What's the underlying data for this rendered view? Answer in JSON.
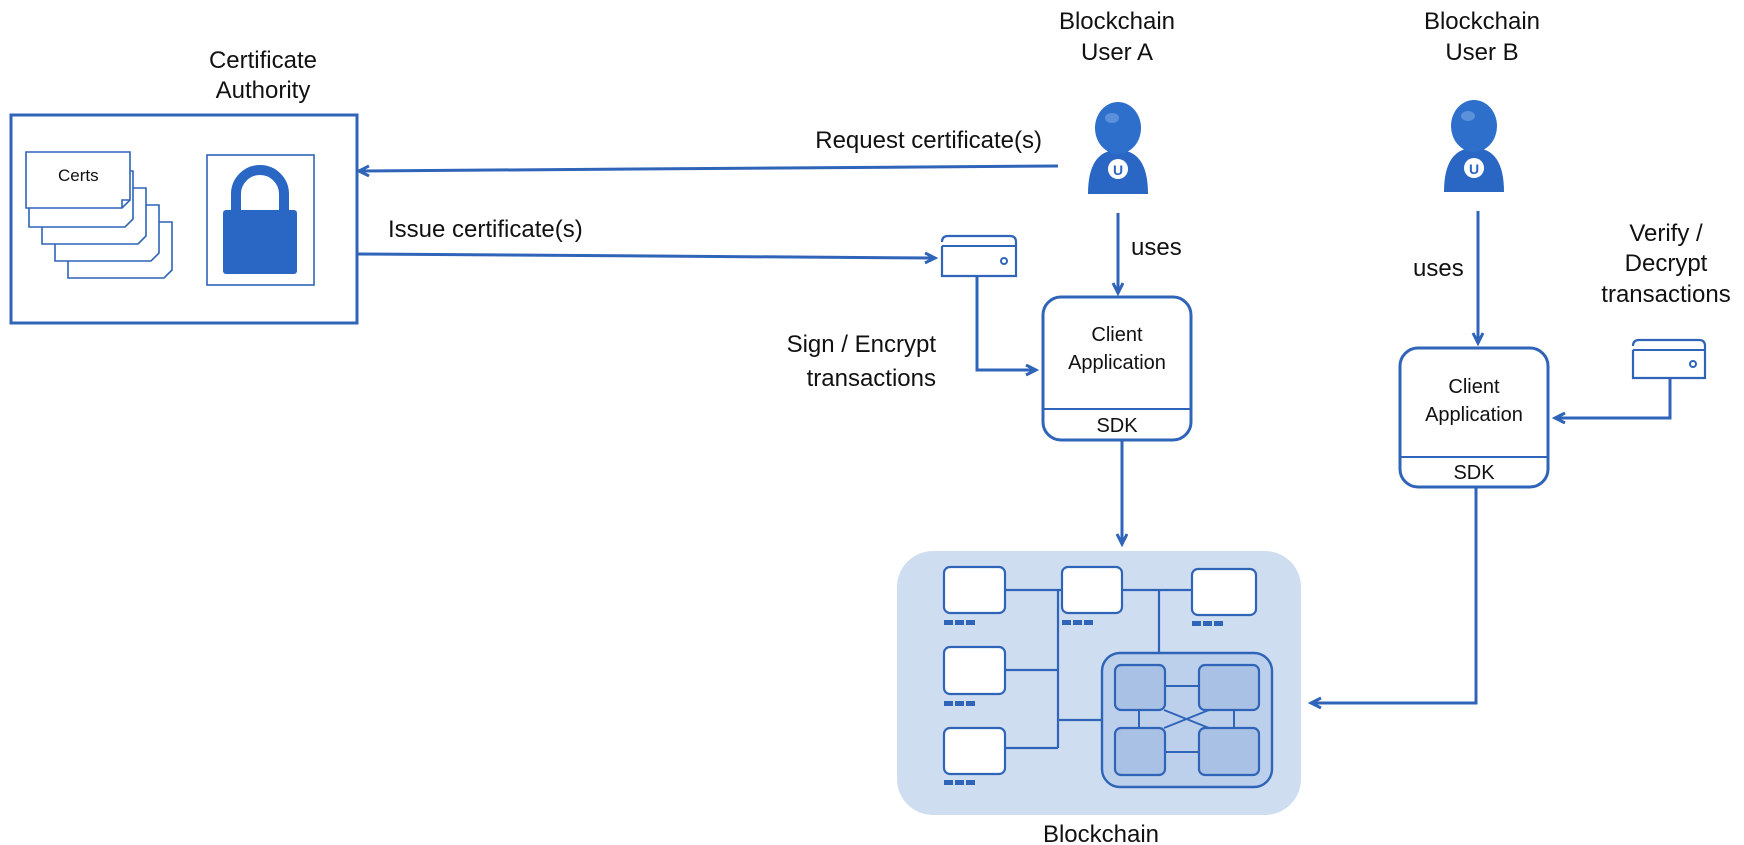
{
  "colors": {
    "primary": "#2f64b8",
    "blockchain_bg": "#cfddf0",
    "node_fill": "#a9c1e4",
    "text": "#111111",
    "user_icon": "#2a67c4"
  },
  "certificate_authority": {
    "title_line1": "Certificate",
    "title_line2": "Authority",
    "certs_label": "Certs",
    "icon": "lock-icon"
  },
  "user_a": {
    "line1": "Blockchain",
    "line2": "User A",
    "badge": "U",
    "uses_label": "uses"
  },
  "user_b": {
    "line1": "Blockchain",
    "line2": "User B",
    "badge": "U",
    "uses_label": "uses"
  },
  "arrows": {
    "request": "Request certificate(s)",
    "issue": "Issue certificate(s)",
    "sign_line1": "Sign / Encrypt",
    "sign_line2": "transactions",
    "verify_line1": "Verify /",
    "verify_line2": "Decrypt",
    "verify_line3": "transactions"
  },
  "client_app_a": {
    "line1": "Client",
    "line2": "Application",
    "sdk": "SDK"
  },
  "client_app_b": {
    "line1": "Client",
    "line2": "Application",
    "sdk": "SDK"
  },
  "blockchain": {
    "label": "Blockchain"
  }
}
